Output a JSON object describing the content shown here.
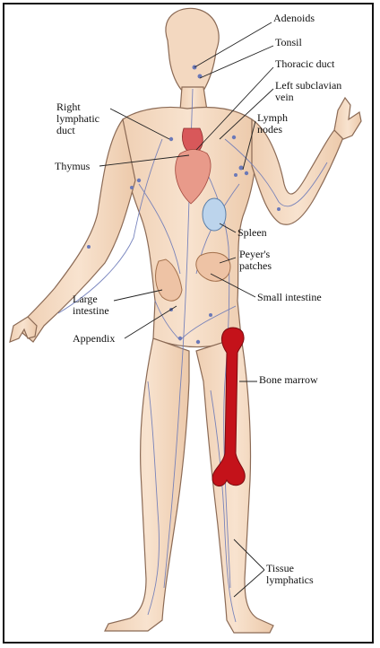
{
  "labels": {
    "adenoids": "Adenoids",
    "tonsil": "Tonsil",
    "thoracic_duct": "Thoracic duct",
    "left_subclavian_vein": "Left subclavian\nvein",
    "lymph_nodes": "Lymph\nnodes",
    "right_lymphatic_duct": "Right\nlymphatic\nduct",
    "thymus": "Thymus",
    "spleen": "Spleen",
    "peyers_patches": "Peyer's\npatches",
    "small_intestine": "Small intestine",
    "large_intestine": "Large\nintestine",
    "appendix": "Appendix",
    "bone_marrow": "Bone marrow",
    "tissue_lymphatics": "Tissue\nlymphatics"
  },
  "colors": {
    "skin": "#f6dcc4",
    "skin_shade": "#e8c1a0",
    "outline": "#8b6a55",
    "lymph": "#6b79b8",
    "marrow": "#c4121a",
    "spleen": "#bcd4ec",
    "heart": "#d8585a",
    "intestine": "#eec3a5"
  }
}
